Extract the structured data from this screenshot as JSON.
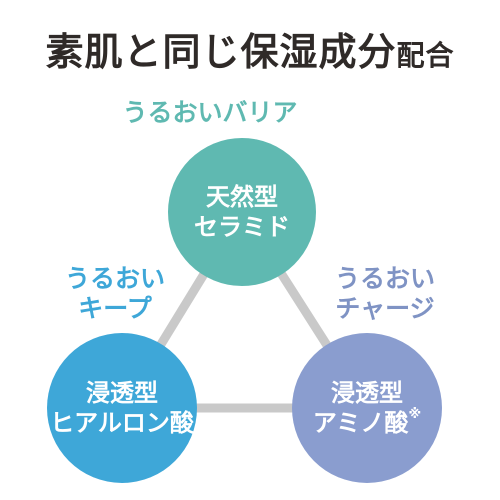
{
  "title": {
    "part1": "素肌と同じ保湿成分",
    "part2": "配合"
  },
  "labels": {
    "top": "うるおいバリア",
    "left_line1": "うるおい",
    "left_line2": "キープ",
    "right_line1": "うるおい",
    "right_line2": "チャージ"
  },
  "circles": {
    "top": {
      "line1": "天然型",
      "line2": "セラミド"
    },
    "left": {
      "line1": "浸透型",
      "line2": "ヒアルロン酸"
    },
    "right": {
      "line1": "浸透型",
      "line2": "アミノ酸",
      "note": "※"
    }
  },
  "colors": {
    "teal": "#5fb9b1",
    "blue": "#3ea7d8",
    "periwinkle": "#8a9dcf",
    "connector": "#c9c9c9",
    "title": "#2f2a28"
  }
}
